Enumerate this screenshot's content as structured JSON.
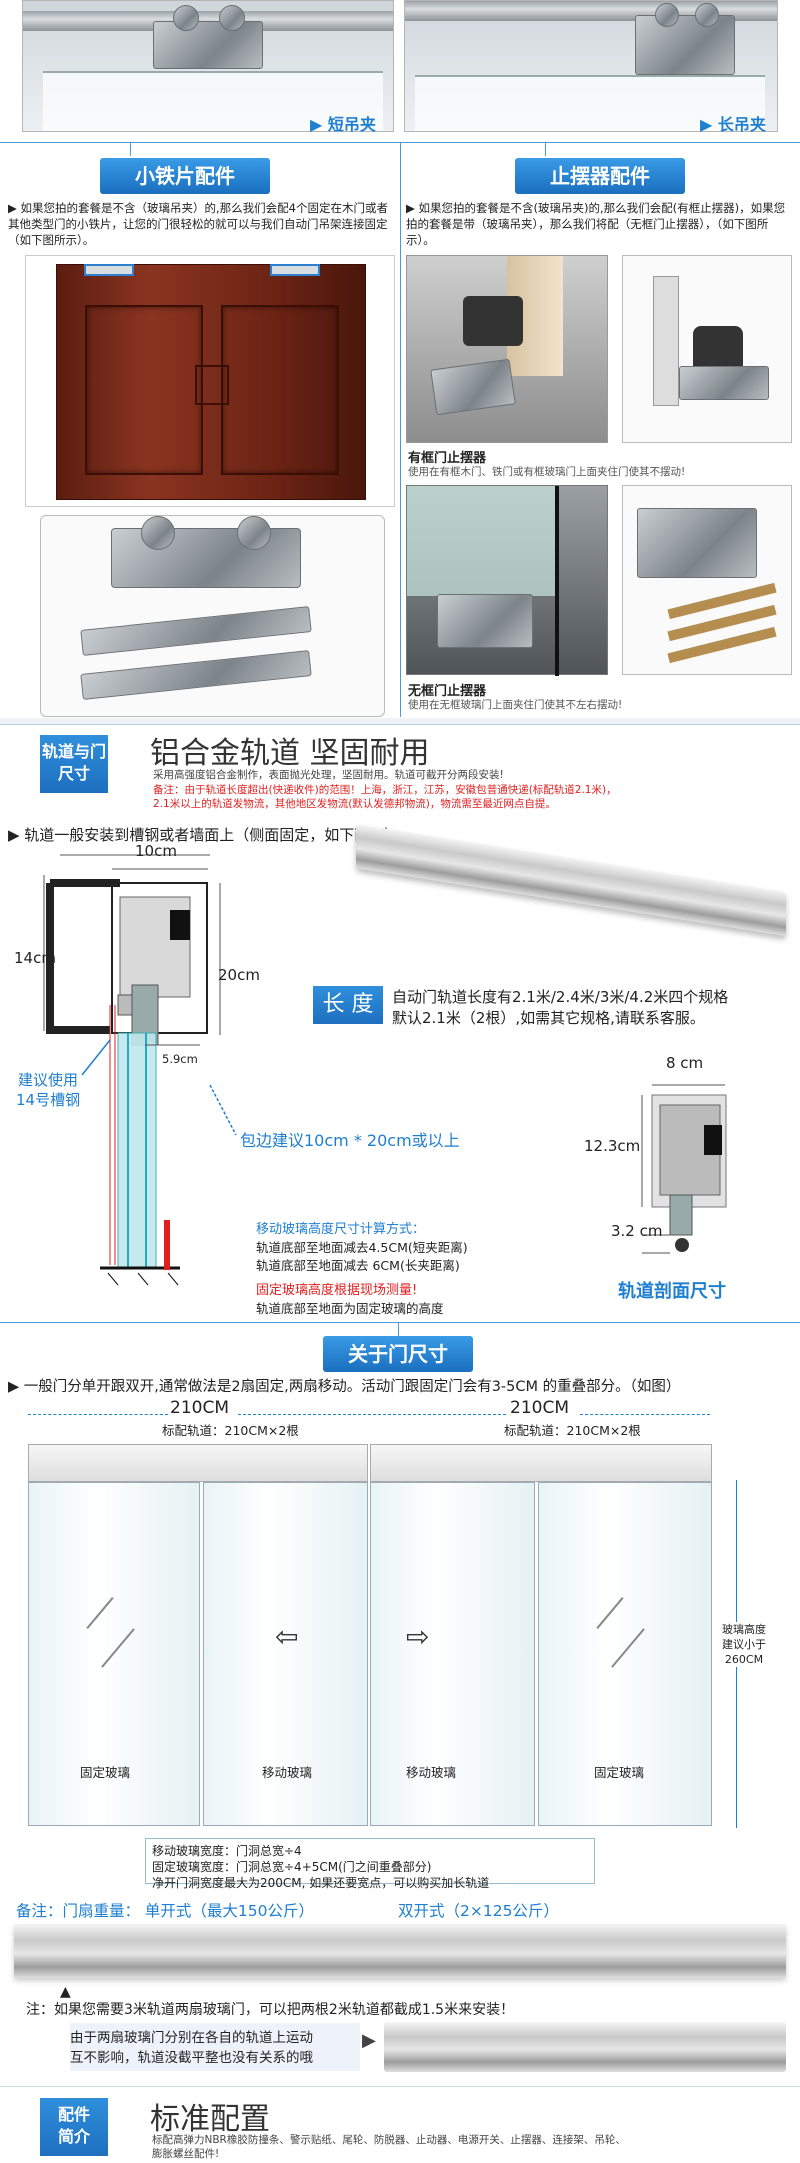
{
  "top": {
    "short_clamp": "▶ 短吊夹",
    "long_clamp": "▶ 长吊夹"
  },
  "iron_plate": {
    "title": "小铁片配件",
    "desc": "▶ 如果您拍的套餐是不含（玻璃吊夹）的,那么我们会配4个固定在木门或者其他类型门的小铁片，让您的门很轻松的就可以与我们自动门吊架连接固定（如下图所示）。"
  },
  "stopper": {
    "title": "止摆器配件",
    "desc": "▶ 如果您拍的套餐是不含(玻璃吊夹)的,那么我们会配(有框止摆器)，如果您拍的套餐是带（玻璃吊夹），那么我们将配（无框门止摆器），（如下图所示）。",
    "framed_title": "有框门止摆器",
    "framed_desc": "使用在有框木门、铁门或有框玻璃门上面夹住门使其不摆动!",
    "frameless_title": "无框门止摆器",
    "frameless_desc": "使用在无框玻璃门上面夹住门使其不左右摆动!"
  },
  "track": {
    "side_label": "轨道与门尺寸",
    "heading": "铝合金轨道 坚固耐用",
    "line1": "采用高强度铝合金制作，表面抛光处理，坚固耐用。轨道可截开分两段安装!",
    "note1": "备注：由于轨道长度超出(快递收件)的范围！上海，浙江，江苏，安徽包普通快递(标配轨道2.1米)，",
    "note2": "2.1米以上的轨道发物流，其他地区发物流(默认发德邦物流)，物流需至最近网点自提。",
    "install": "▶ 轨道一般安装到槽钢或者墙面上（侧面固定，如下面图）。",
    "dim_10cm": "10cm",
    "dim_14cm": "14cm",
    "dim_20cm": "20cm",
    "dim_59cm": "5.9cm",
    "suggest_steel": "建议使用\n14号槽钢",
    "wrap_suggest": "包边建议10cm * 20cm或以上",
    "calc_title": "移动玻璃高度尺寸计算方式：",
    "calc1": "轨道底部至地面减去4.5CM(短夹距离)",
    "calc2": "轨道底部至地面减去 6CM(长夹距离)",
    "fixed_title": "固定玻璃高度根据现场测量!",
    "fixed_desc": "轨道底部至地面为固定玻璃的高度",
    "length_label": "长 度",
    "length_desc1": "自动门轨道长度有2.1米/2.4米/3米/4.2米四个规格",
    "length_desc2": "默认2.1米（2根）,如需其它规格,请联系客服。",
    "dim_8cm": "8 cm",
    "dim_123cm": "12.3cm",
    "dim_32cm": "3.2 cm",
    "section_title": "轨道剖面尺寸"
  },
  "door_size": {
    "title": "关于门尺寸",
    "desc": "▶ 一般门分单开跟双开,通常做法是2扇固定,两扇移动。活动门跟固定门会有3-5CM 的重叠部分。（如图）",
    "width_left": "210CM",
    "width_right": "210CM",
    "std_left": "标配轨道：210CM×2根",
    "std_right": "标配轨道：210CM×2根",
    "panel1": "固定玻璃",
    "panel2": "移动玻璃",
    "panel3": "移动玻璃",
    "panel4": "固定玻璃",
    "height_note": "玻璃高度\n建议小于\n260CM",
    "width1": "移动玻璃宽度：门洞总宽÷4",
    "width2": "固定玻璃宽度：门洞总宽÷4+5CM(门之间重叠部分)",
    "width3": "净开门洞宽度最大为200CM, 如果还要宽点，可以购买加长轨道",
    "weight_note": "备注：门扇重量：  单开式（最大150公斤）",
    "weight_double": "双开式（2×125公斤）",
    "track_note": "注：如果您需要3米轨道两扇玻璃门，可以把两根2米轨道都截成1.5米来安装！",
    "independent1": "由于两扇玻璃门分别在各自的轨道上运动",
    "independent2": "互不影响，轨道没截平整也没有关系的哦"
  },
  "config": {
    "side_label": "配件简介",
    "heading": "标准配置",
    "desc": "标配高弹力NBR橡胶防撞条、警示贴纸、尾轮、防脱器、止动器、电源开关、止摆器、连接架、吊轮、",
    "desc2": "膨胀螺丝配件!"
  },
  "colors": {
    "accent": "#1f7fd0",
    "warning": "#e02020"
  }
}
